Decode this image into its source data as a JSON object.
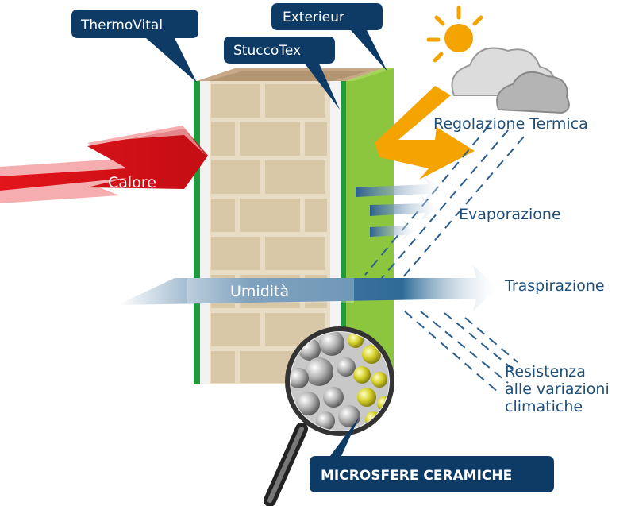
{
  "labels": {
    "thermovital": "ThermoVital",
    "exterieur": "Exterieur",
    "stuccotex": "StuccoTex",
    "calore": "Calore",
    "umidita": "Umidità",
    "regolazione": "Regolazione Termica",
    "evaporazione": "Evaporazione",
    "traspirazione": "Traspirazione",
    "resistenza_line1": "Resistenza",
    "resistenza_line2": "alle variazioni",
    "resistenza_line3": "climatiche",
    "microsfere": "MICROSFERE CERAMICHE"
  },
  "colors": {
    "callout_blue": "#0d3b66",
    "text_blue": "#1f4f7a",
    "heat_red": "#e3141b",
    "sun_orange": "#f5a300",
    "green_layer": "#8cc63f",
    "dark_green": "#1e9b3a",
    "brick": "#d8c8a8"
  }
}
